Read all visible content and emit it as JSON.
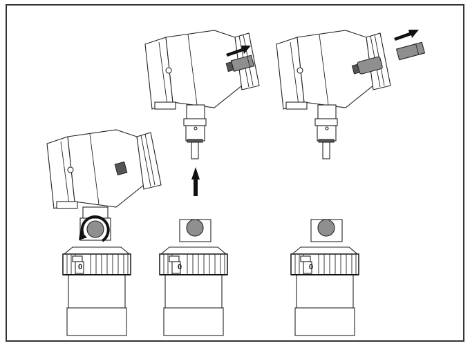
{
  "figure": {
    "description": "Three-step installation illustration of a sensor housing with rotatable head and removable plug",
    "border_color": "#333333",
    "accent_grey": "#8f8f8f",
    "steps": [
      {
        "id": "step-1",
        "action": "rotate head",
        "nut_label": "0",
        "arrow": "rotate-arrow"
      },
      {
        "id": "step-2",
        "action": "lift head / remove plug",
        "nut_label": "0",
        "arrow": "up-arrow"
      },
      {
        "id": "step-3",
        "action": "pull out plug",
        "nut_label": "0",
        "arrow": "right-arrow"
      }
    ]
  }
}
